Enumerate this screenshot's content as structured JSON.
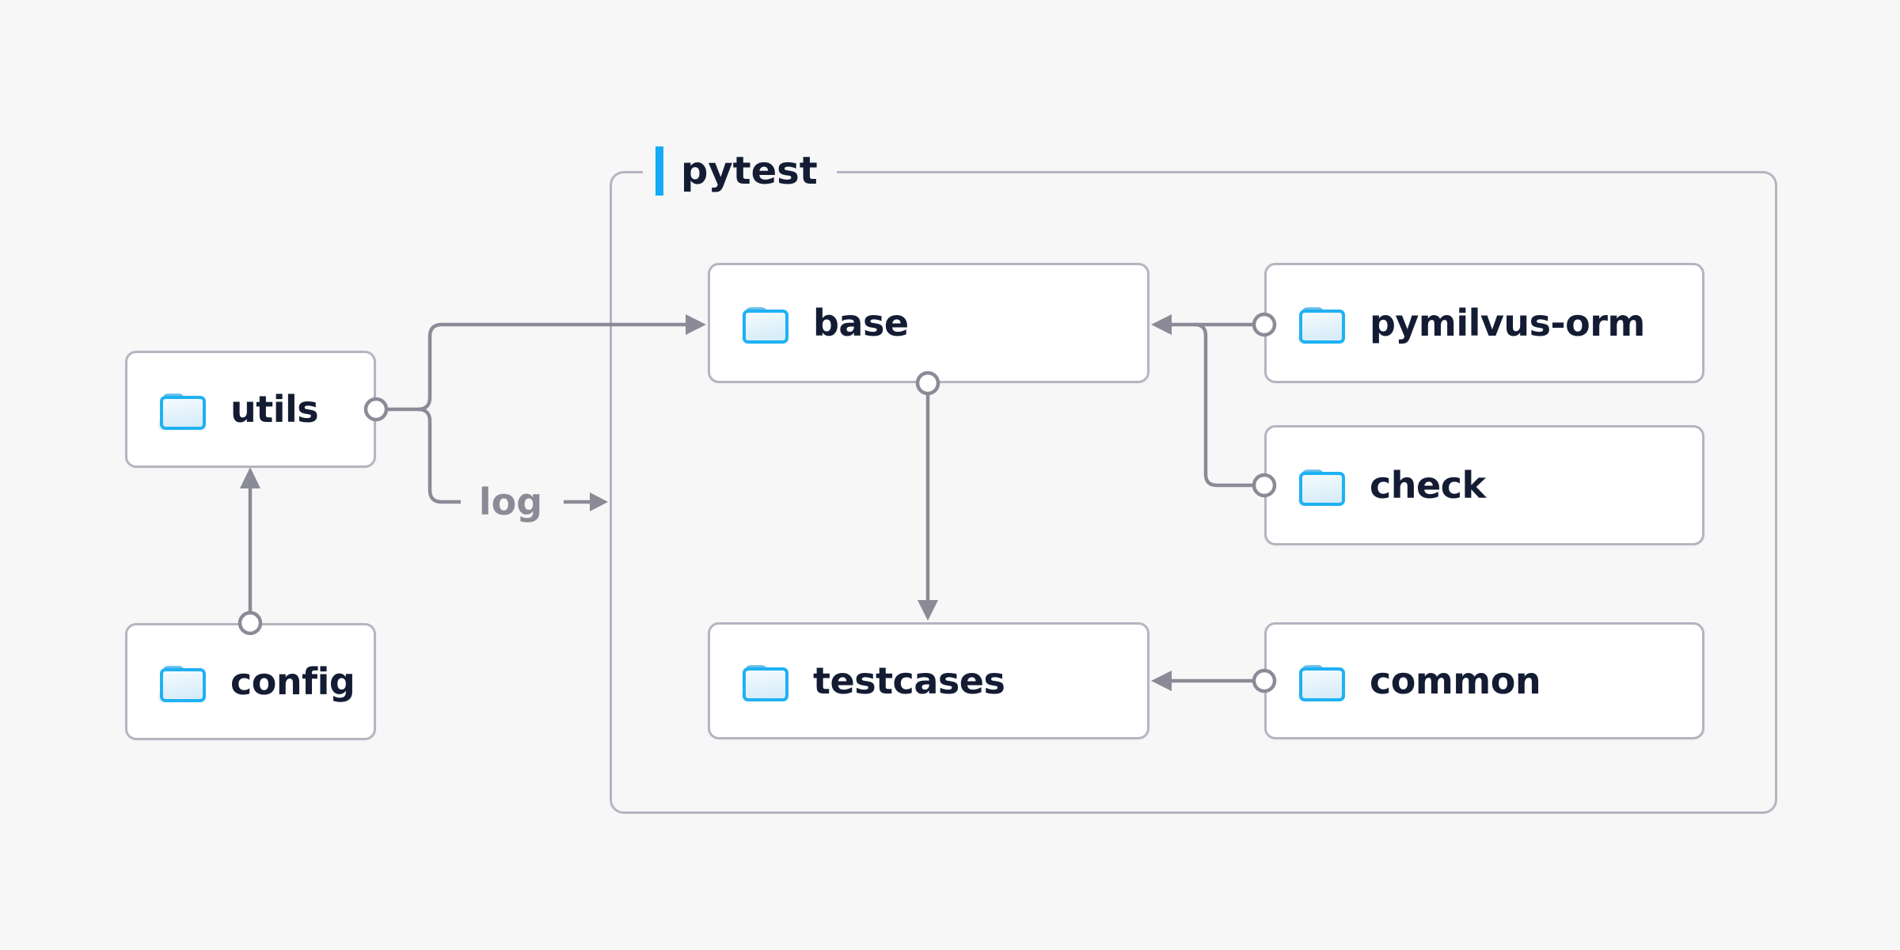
{
  "diagram": {
    "background": "#f7f7f8",
    "group": {
      "label": "pytest",
      "accent_color": "#14aaf5"
    },
    "nodes": [
      {
        "id": "utils",
        "label": "utils",
        "icon": "folder-icon",
        "inside_group": false
      },
      {
        "id": "config",
        "label": "config",
        "icon": "folder-icon",
        "inside_group": false
      },
      {
        "id": "base",
        "label": "base",
        "icon": "folder-icon",
        "inside_group": true
      },
      {
        "id": "pymilvus-orm",
        "label": "pymilvus-orm",
        "icon": "folder-icon",
        "inside_group": true
      },
      {
        "id": "check",
        "label": "check",
        "icon": "folder-icon",
        "inside_group": true
      },
      {
        "id": "testcases",
        "label": "testcases",
        "icon": "folder-icon",
        "inside_group": true
      },
      {
        "id": "common",
        "label": "common",
        "icon": "folder-icon",
        "inside_group": true
      }
    ],
    "edges": [
      {
        "from": "config",
        "to": "utils"
      },
      {
        "from": "utils",
        "to": "base"
      },
      {
        "from": "utils",
        "to": "pytest",
        "label": "log"
      },
      {
        "from": "pymilvus-orm",
        "to": "base"
      },
      {
        "from": "check",
        "to": "base"
      },
      {
        "from": "base",
        "to": "testcases"
      },
      {
        "from": "common",
        "to": "testcases"
      }
    ],
    "colors": {
      "background": "#f7f7f8",
      "node_bg": "#ffffff",
      "border_gray": "#b5b5c1",
      "line_gray": "#8b8b97",
      "text_navy": "#131c33",
      "accent_blue": "#14aaf5",
      "folder_blue": "#1fb1f3"
    }
  }
}
